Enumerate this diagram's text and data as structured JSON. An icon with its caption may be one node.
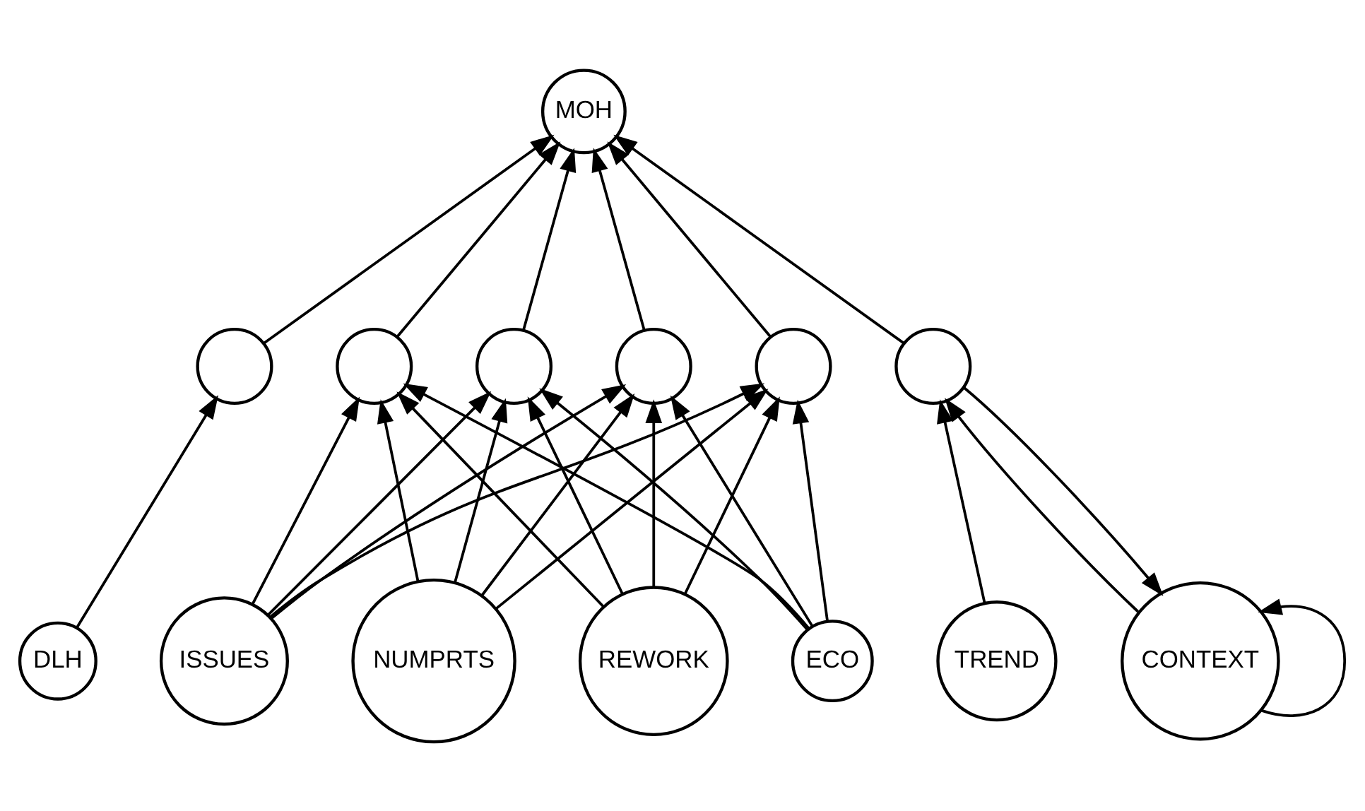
{
  "diagram": {
    "nodes": [
      {
        "text": [
          "MOH"
        ]
      },
      {
        "text": [],
        "shape": "circle"
      },
      {
        "text": [],
        "shape": "circle"
      },
      {
        "text": [],
        "shape": "circle"
      },
      {
        "text": [],
        "shape": "circle"
      },
      {
        "text": [],
        "shape": "circle"
      },
      {
        "text": [],
        "shape": "circle"
      },
      {
        "text": [
          "DLH"
        ]
      },
      {
        "text": [
          "ISSUES"
        ]
      },
      {
        "text": [
          "NUMPRTS"
        ]
      },
      {
        "text": [
          "REWORK"
        ]
      },
      {
        "text": [
          "ECO"
        ]
      },
      {
        "text": [
          "TREND"
        ]
      },
      {
        "text": [
          "CONTEXT"
        ]
      }
    ],
    "edges": [
      {
        "from": 1,
        "to": 0,
        "arrow": "to"
      },
      {
        "from": 2,
        "to": 0,
        "arrow": "to"
      },
      {
        "from": 3,
        "to": 0,
        "arrow": "to"
      },
      {
        "from": 4,
        "to": 0,
        "arrow": "to"
      },
      {
        "from": 5,
        "to": 0,
        "arrow": "to"
      },
      {
        "from": 6,
        "to": 0,
        "arrow": "to"
      },
      {
        "from": 7,
        "to": 1,
        "arrow": "to"
      },
      {
        "from": 8,
        "to": 2,
        "arrow": "to"
      },
      {
        "from": 8,
        "to": 3,
        "arrow": "to"
      },
      {
        "from": 8,
        "to": 4,
        "arrow": "to"
      },
      {
        "from": 8,
        "to": 5,
        "arrow": "to"
      },
      {
        "from": 9,
        "to": 2,
        "arrow": "to"
      },
      {
        "from": 9,
        "to": 3,
        "arrow": "to"
      },
      {
        "from": 9,
        "to": 4,
        "arrow": "to"
      },
      {
        "from": 9,
        "to": 5,
        "arrow": "to"
      },
      {
        "from": 10,
        "to": 2,
        "arrow": "to"
      },
      {
        "from": 10,
        "to": 3,
        "arrow": "to"
      },
      {
        "from": 10,
        "to": 4,
        "arrow": "to"
      },
      {
        "from": 10,
        "to": 5,
        "arrow": "to"
      },
      {
        "from": 11,
        "to": 2,
        "arrow": "to"
      },
      {
        "from": 11,
        "to": 3,
        "arrow": "to"
      },
      {
        "from": 11,
        "to": 4,
        "arrow": "to"
      },
      {
        "from": 11,
        "to": 5,
        "arrow": "to"
      },
      {
        "from": 12,
        "to": 6,
        "arrow": "to"
      },
      {
        "from": 13,
        "to": 6,
        "arrow": "to"
      },
      {
        "from": 6,
        "to": 13,
        "arrow": "to"
      },
      {
        "from": 13,
        "to": 13,
        "arrow": "to"
      }
    ]
  }
}
